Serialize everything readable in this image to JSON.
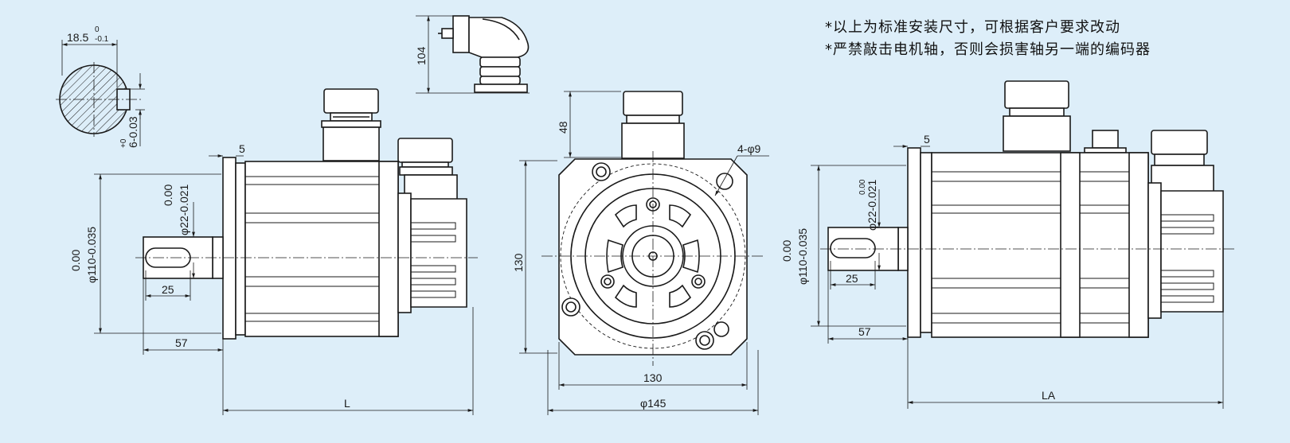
{
  "notes": [
    "*以上为标准安装尺寸，可根据客户要求改动",
    "*严禁敲击电机轴，否则会损害轴另一端的编码器"
  ],
  "keyway": {
    "width": "18.5",
    "width_upper": "0",
    "width_lower": "-0.1",
    "depth": "6-0.03",
    "depth_upper": "+0"
  },
  "connector_view": {
    "height": "104"
  },
  "side_view": {
    "flange_thickness": "5",
    "shaft_diameter": "φ22-0.021",
    "shaft_dia_upper": "0.00",
    "spigot_diameter": "φ110-0.035",
    "spigot_upper": "0.00",
    "keyway_length": "25",
    "shaft_length": "57",
    "length_label": "L"
  },
  "front_view": {
    "connector_height": "48",
    "holes": "4-",
    "hole_dia": "φ9",
    "square": "130",
    "square_horizontal": "130",
    "pcd": "φ145"
  },
  "brake_view": {
    "flange_thickness": "5",
    "shaft_diameter": "φ22-0.021",
    "shaft_dia_upper": "0.00",
    "spigot_diameter": "φ110-0.035",
    "spigot_upper": "0.00",
    "keyway_length": "25",
    "shaft_length": "57",
    "length_label": "LA"
  }
}
